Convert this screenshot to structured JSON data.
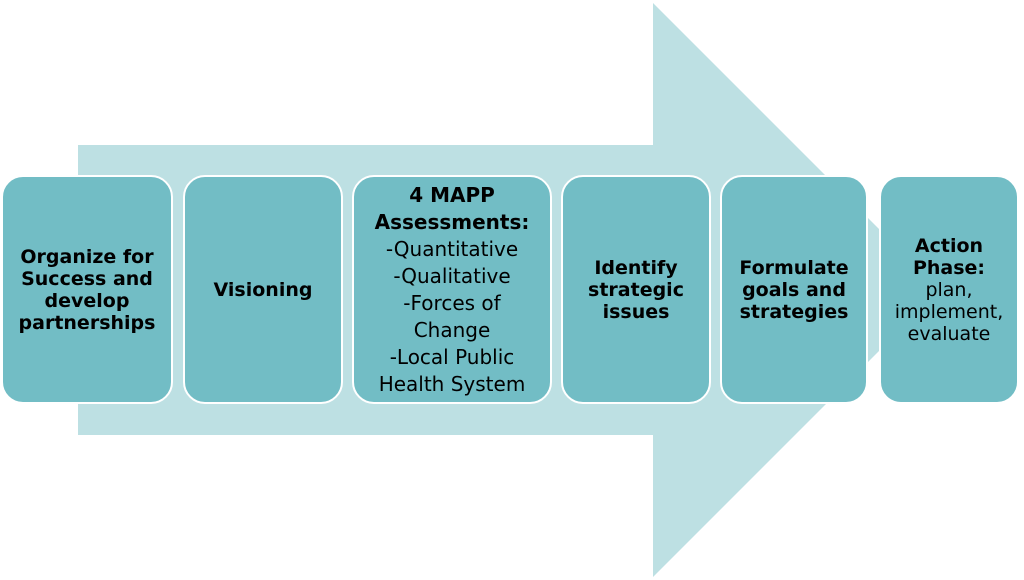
{
  "diagram": {
    "colors": {
      "arrow": "#bde0e3",
      "box": "#72bdc5",
      "box_border": "#ffffff",
      "text": "#000000"
    },
    "steps": [
      {
        "title": "Organize for Success and develop partnerships"
      },
      {
        "title": "Visioning"
      },
      {
        "title": "4 MAPP Assessments:",
        "lines": [
          "-Quantitative",
          "-Qualitative",
          "-Forces of Change",
          "-Local Public Health System"
        ]
      },
      {
        "title": "Identify strategic issues"
      },
      {
        "title": "Formulate goals and strategies"
      },
      {
        "title": "Action Phase:",
        "detail": "plan, implement, evaluate"
      }
    ]
  }
}
